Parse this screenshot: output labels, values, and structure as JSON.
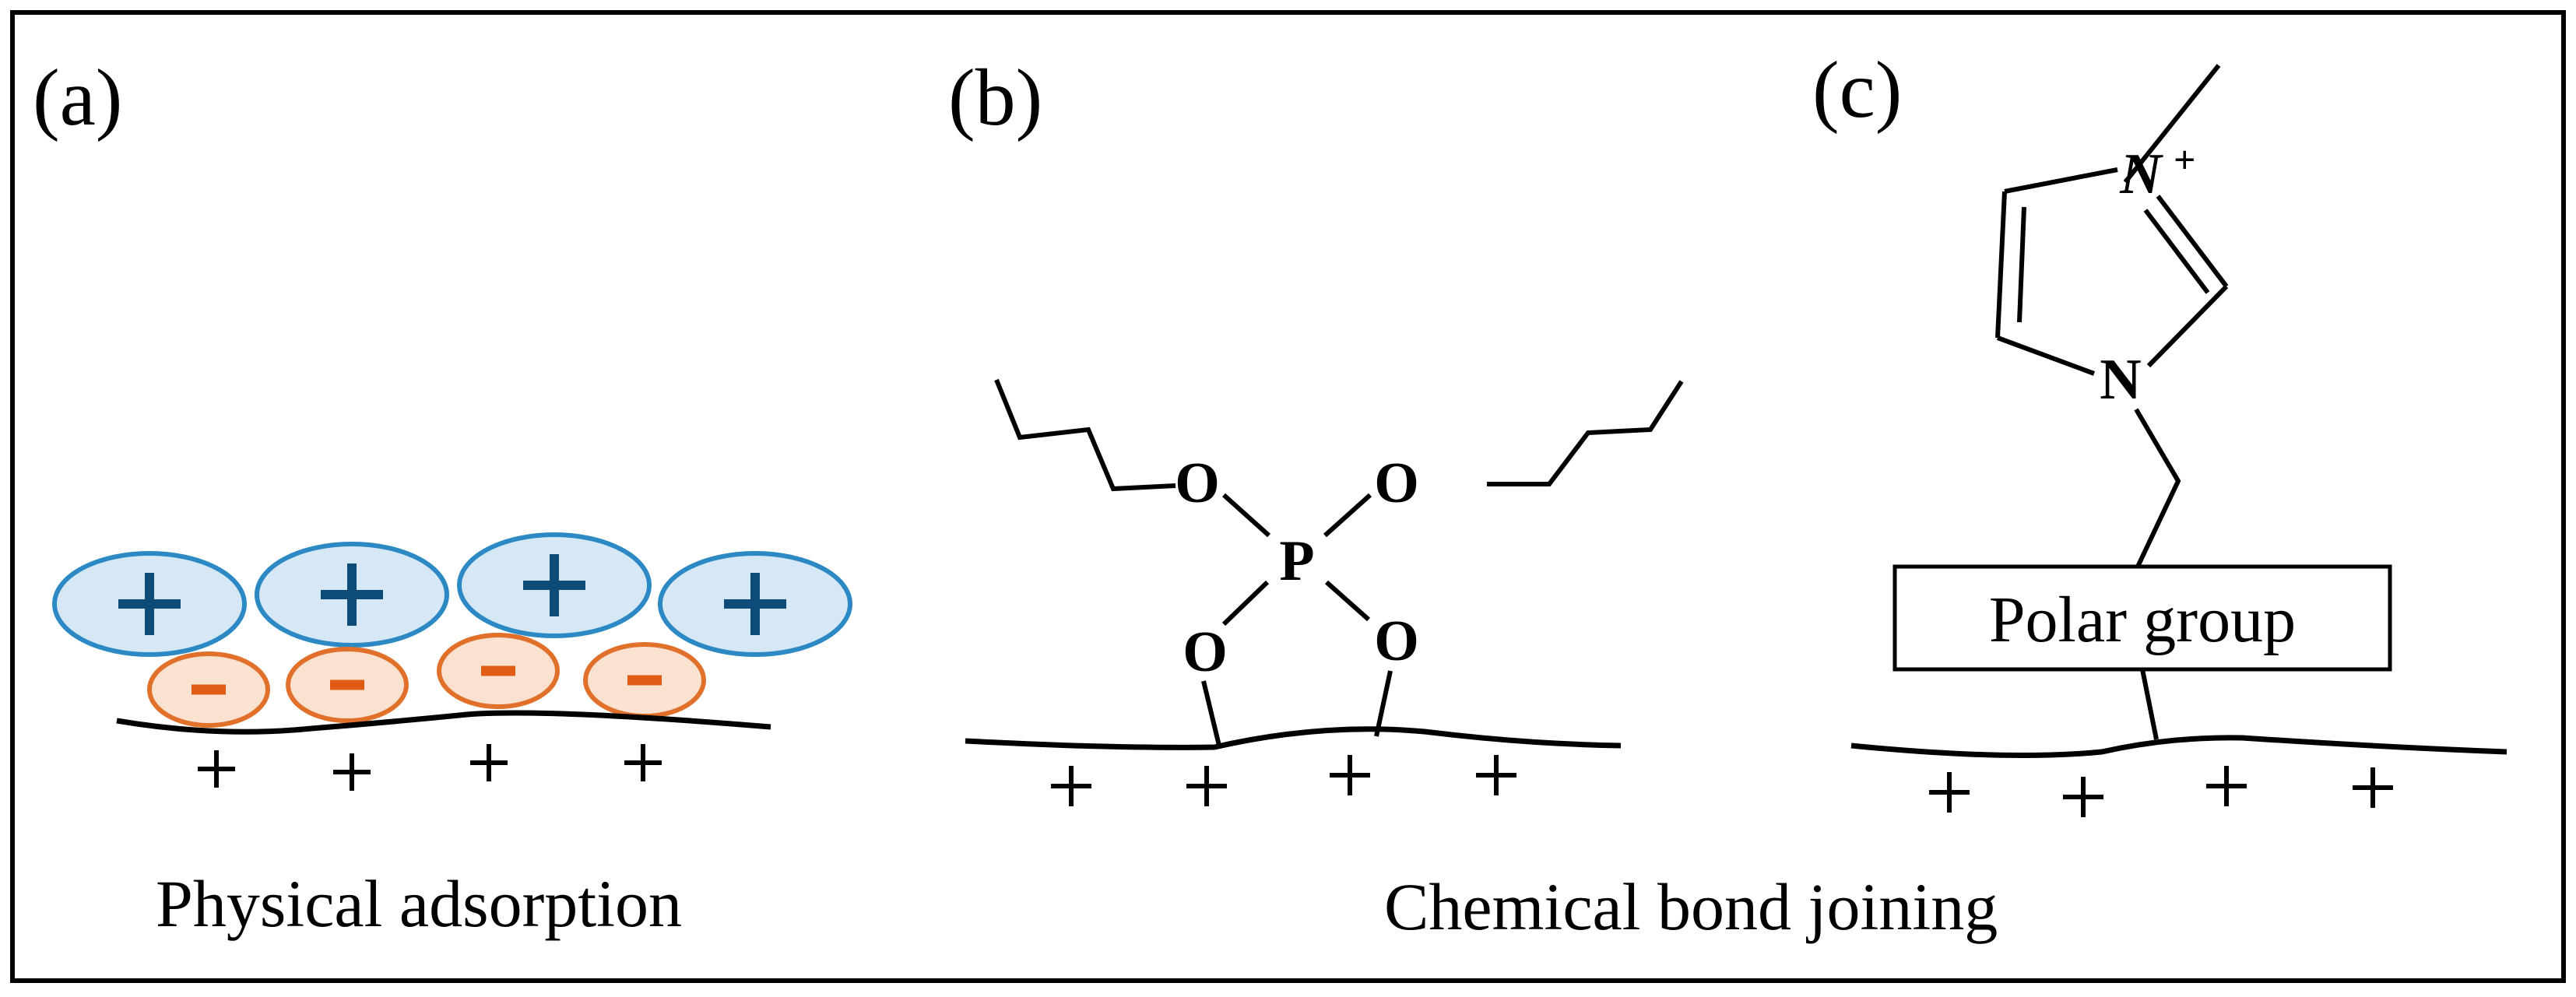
{
  "panels": {
    "a": {
      "label": "(a)",
      "caption": "Physical adsorption"
    },
    "b": {
      "label": "(b)"
    },
    "c": {
      "label": "(c)",
      "box_label": "Polar group"
    }
  },
  "shared_caption": "Chemical bond joining",
  "symbols": {
    "plus": "+",
    "minus": "-"
  },
  "atoms": {
    "oxygen": "O",
    "phosphorus": "P",
    "nitrogen": "N",
    "cation_superscript": "+"
  },
  "colors": {
    "cation_fill": "#d6e8f6",
    "cation_stroke": "#2c89c3",
    "cation_sign": "#0d4b78",
    "anion_fill": "#fbe2d0",
    "anion_stroke": "#e0702a",
    "anion_sign": "#e05c14",
    "line": "#000000"
  }
}
